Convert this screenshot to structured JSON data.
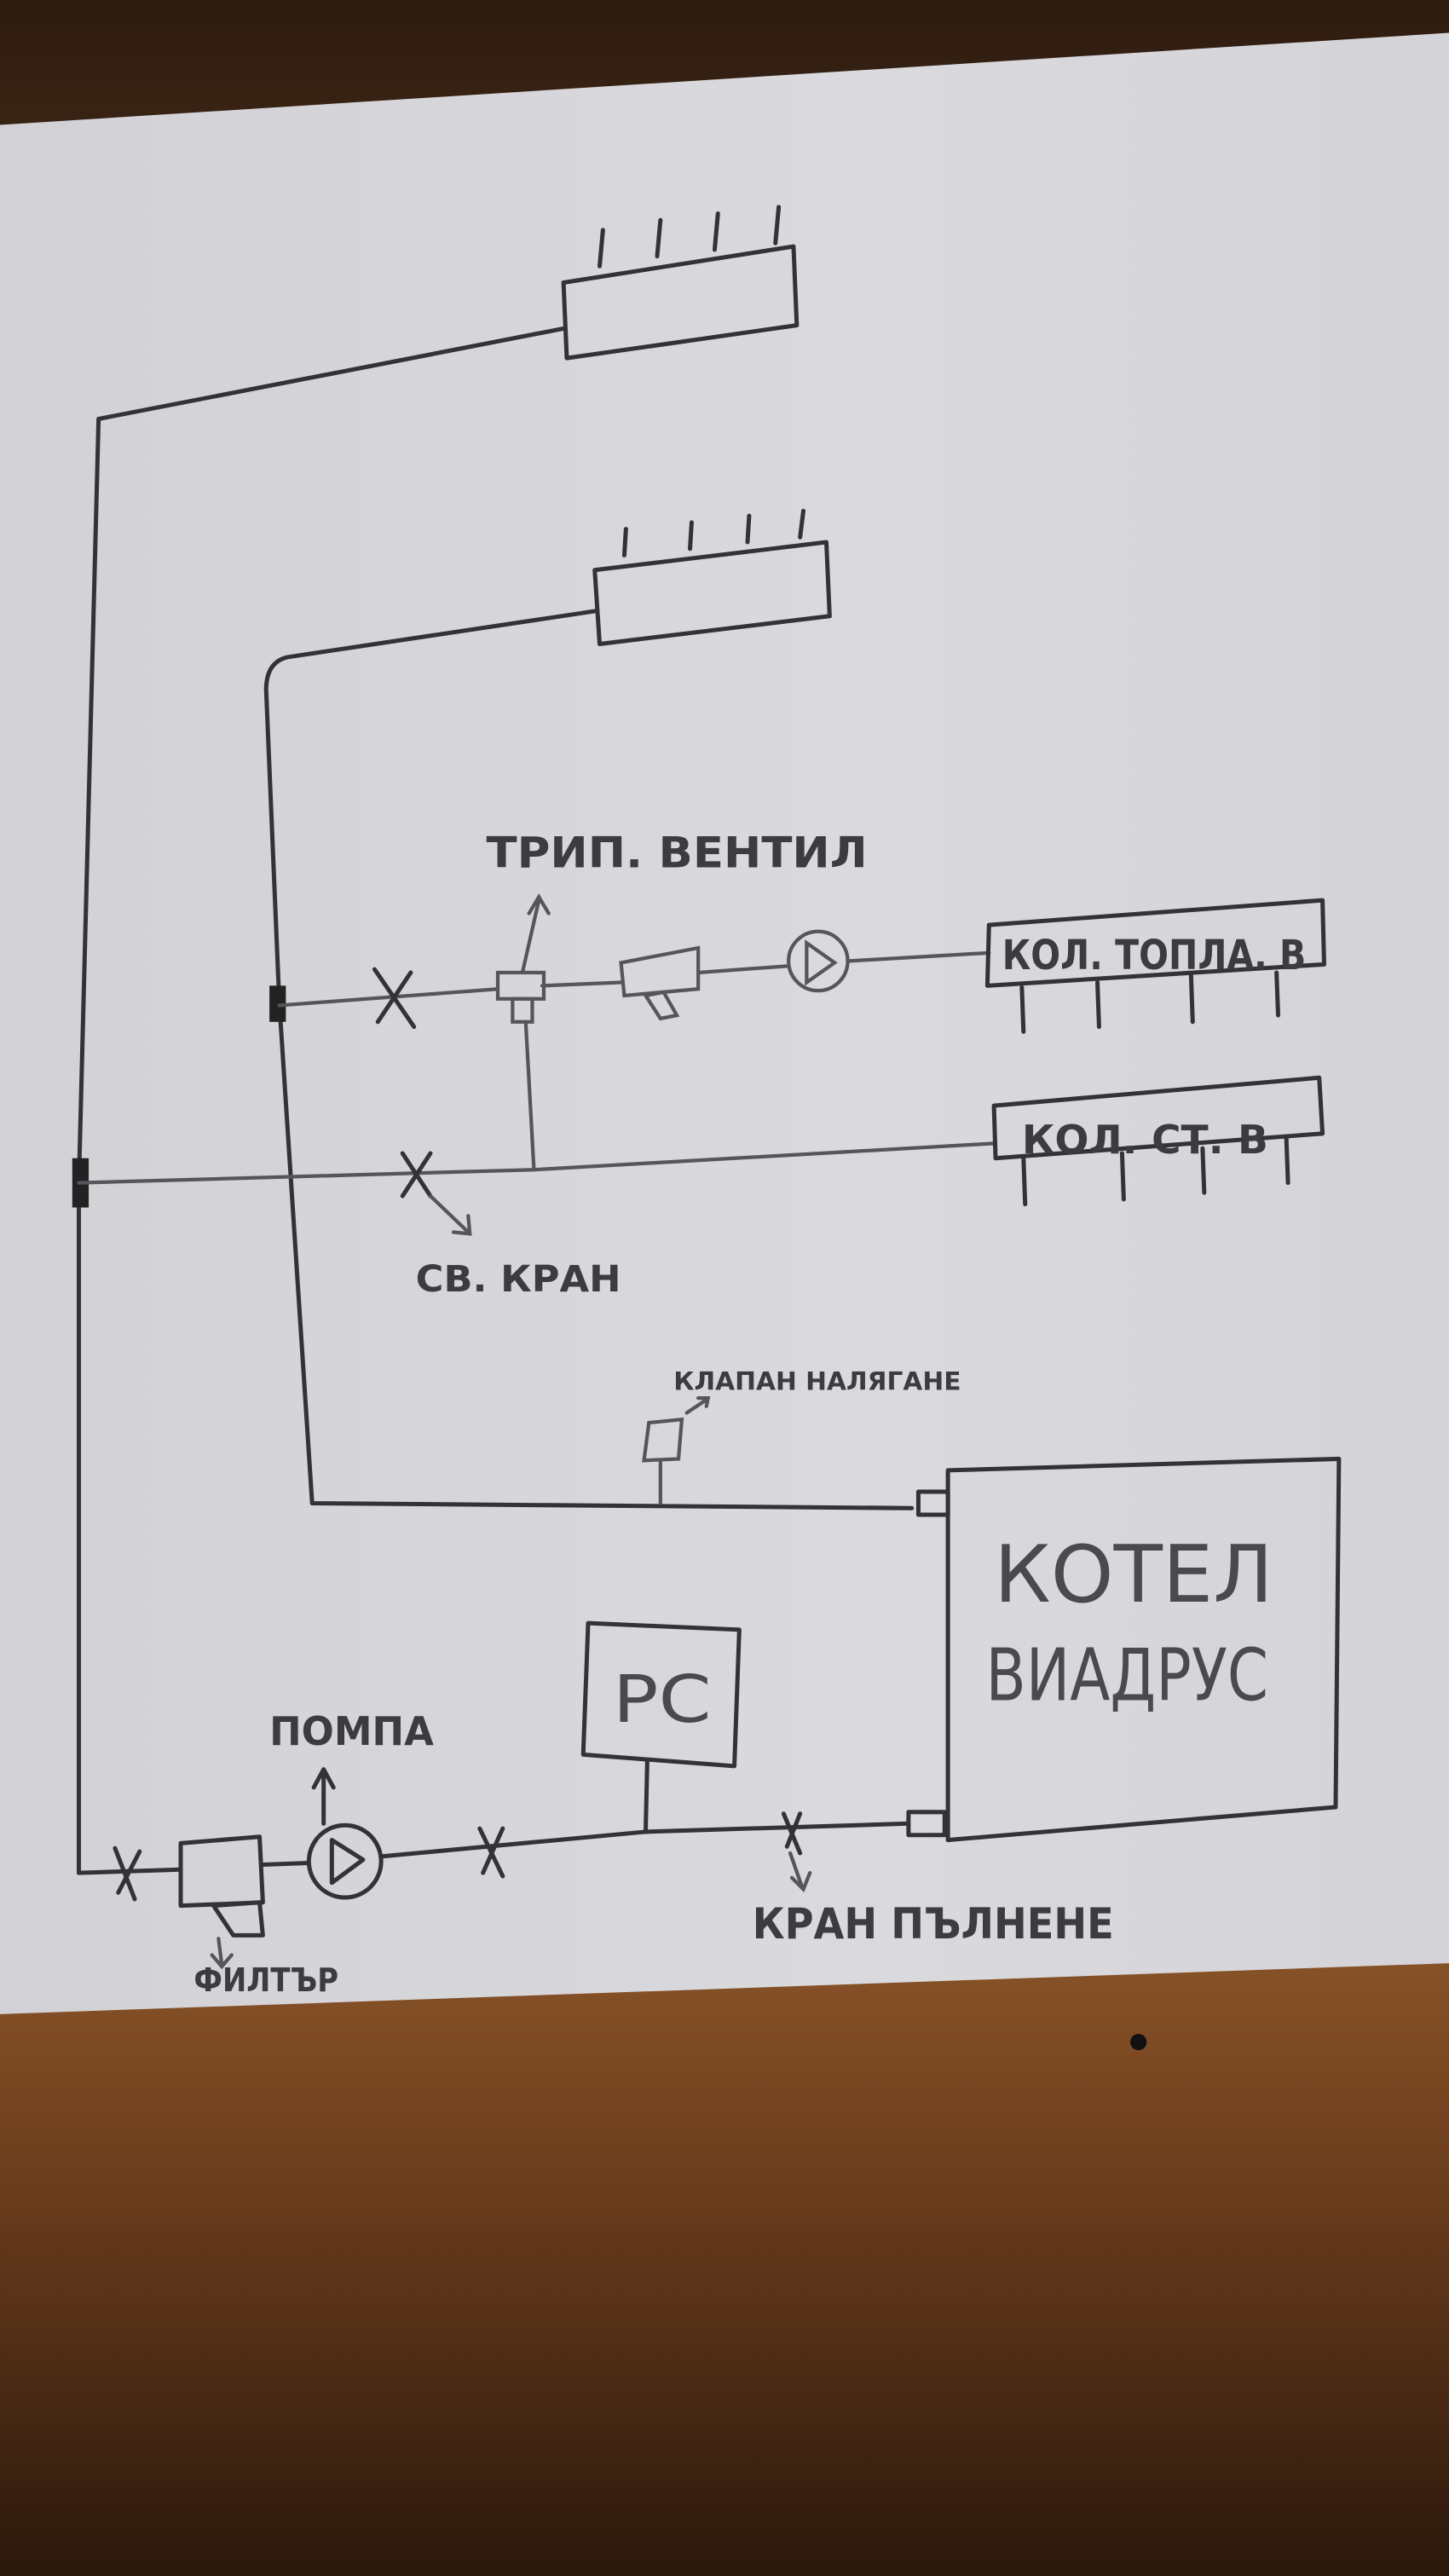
{
  "labels": {
    "three_way_valve": "ТРИП. ВЕНТИЛ",
    "hot_manifold": "КОЛ. ТОПЛА. В",
    "cold_manifold": "КОЛ. СТ. В",
    "air_valve": "СВ. КРАН",
    "pressure_valve": "КЛАПАН НАЛЯГАНЕ",
    "boiler_line1": "КОТЕЛ",
    "boiler_line2": "ВИАДРУС",
    "expansion_tank": "РС",
    "pump": "ПОМПА",
    "filter": "ФИЛТЪР",
    "fill_valve": "КРАН ПЪЛНЕНЕ"
  },
  "colors": {
    "wood_dark": "#3a2414",
    "wood_light": "#7a4a22",
    "paper": "#d6d6da",
    "pencil": "#333336"
  }
}
